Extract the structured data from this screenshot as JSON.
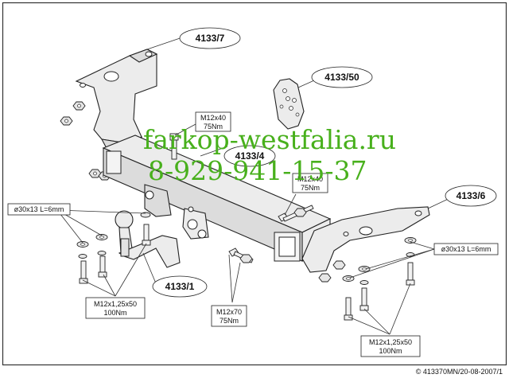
{
  "watermark": {
    "site": "farkop-westfalia.ru",
    "phone": "8-929-941-15-37",
    "color": "#48b01c"
  },
  "callouts": {
    "bracket_left": "4133/7",
    "plate": "4133/50",
    "crossbar": "4133/4",
    "bracket_right": "4133/6",
    "ball_neck": "4133/1"
  },
  "specs": {
    "bolt_m12x40_a": {
      "size": "M12x40",
      "torque": "75Nm"
    },
    "bolt_m12x40_b": {
      "size": "M12x40",
      "torque": "75Nm"
    },
    "bolt_m12x70": {
      "size": "M12x70",
      "torque": "75Nm"
    },
    "bolt_m12x125_left": {
      "size": "M12x1,25x50",
      "torque": "100Nm"
    },
    "bolt_m12x125_right": {
      "size": "M12x1,25x50",
      "torque": "100Nm"
    },
    "washer_left": "ø30x13 L=6mm",
    "washer_right": "ø30x13 L=6mm"
  },
  "footer": {
    "code": "© 413370MN/20-08-2007/1"
  },
  "colors": {
    "frame": "#333333",
    "part_fill": "#ececec"
  }
}
